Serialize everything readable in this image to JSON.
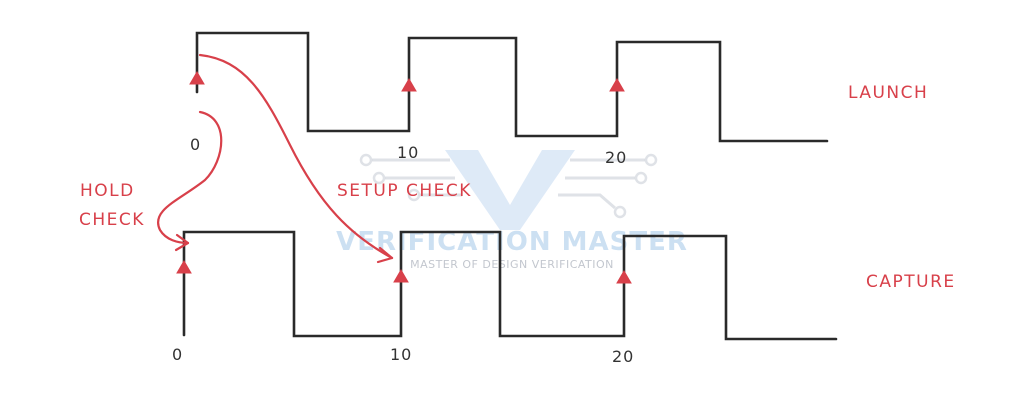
{
  "labels": {
    "launch": "LAUNCH",
    "capture": "CAPTURE",
    "hold_check_line1": "HOLD",
    "hold_check_line2": "CHECK",
    "setup_check": "SETUP CHECK"
  },
  "launch_ticks": [
    "0",
    "10",
    "20"
  ],
  "capture_ticks": [
    "0",
    "10",
    "20"
  ],
  "watermark": {
    "title": "VERIFICATION MASTER",
    "subtitle": "MASTER OF DESIGN VERIFICATION"
  },
  "colors": {
    "waveform": "#2a2a2a",
    "annotation": "#d8404a"
  },
  "icons": [
    "watermark-logo-icon",
    "rising-edge-marker-icon",
    "arrow-head-icon"
  ]
}
